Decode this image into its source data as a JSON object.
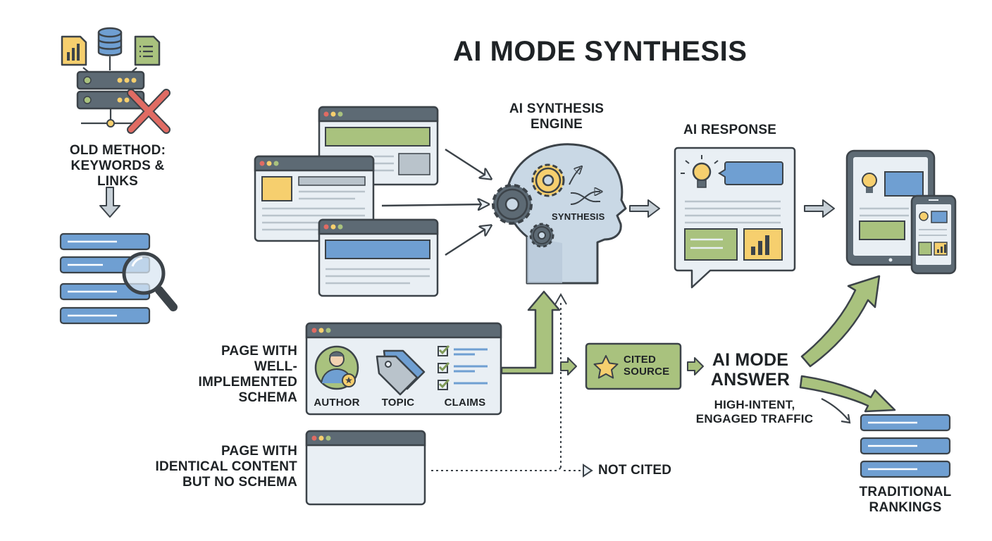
{
  "title": "AI MODE SYNTHESIS",
  "old_method": {
    "label_line1": "OLD METHOD:",
    "label_line2": "KEYWORDS & LINKS"
  },
  "engine": {
    "label_line1": "AI SYNTHESIS",
    "label_line2": "ENGINE",
    "inner_label": "SYNTHESIS"
  },
  "response": {
    "label": "AI RESPONSE"
  },
  "schema_page": {
    "label_line1": "PAGE WITH",
    "label_line2": "WELL-IMPLEMENTED",
    "label_line3": "SCHEMA",
    "attributes": [
      "AUTHOR",
      "TOPIC",
      "CLAIMS"
    ]
  },
  "no_schema_page": {
    "label_line1": "PAGE WITH",
    "label_line2": "IDENTICAL CONTENT",
    "label_line3": "BUT NO SCHEMA"
  },
  "cited": {
    "line1": "CITED",
    "line2": "SOURCE"
  },
  "answer": {
    "line1": "AI MODE",
    "line2": "ANSWER",
    "sub1": "HIGH-INTENT,",
    "sub2": "ENGAGED TRAFFIC"
  },
  "not_cited": "NOT CITED",
  "rankings": {
    "line1": "TRADITIONAL",
    "line2": "RANKINGS"
  },
  "colors": {
    "outline": "#3c4349",
    "panel": "#e9eff4",
    "titlebar": "#5d6a74",
    "green": "#a9c27e",
    "green_dark": "#7f9a57",
    "blue": "#6f9fd2",
    "yellow": "#f6cf6e",
    "red": "#e06b63",
    "gray_line": "#b9c3cb"
  },
  "icons": [
    "bar-chart-document-icon",
    "database-icon",
    "list-document-icon",
    "server-icon",
    "red-x-icon",
    "magnifier-icon",
    "gear-icon",
    "head-icon",
    "lightbulb-icon",
    "star-icon",
    "person-icon",
    "tag-icon",
    "checkbox-icon",
    "tablet-icon",
    "phone-icon"
  ]
}
